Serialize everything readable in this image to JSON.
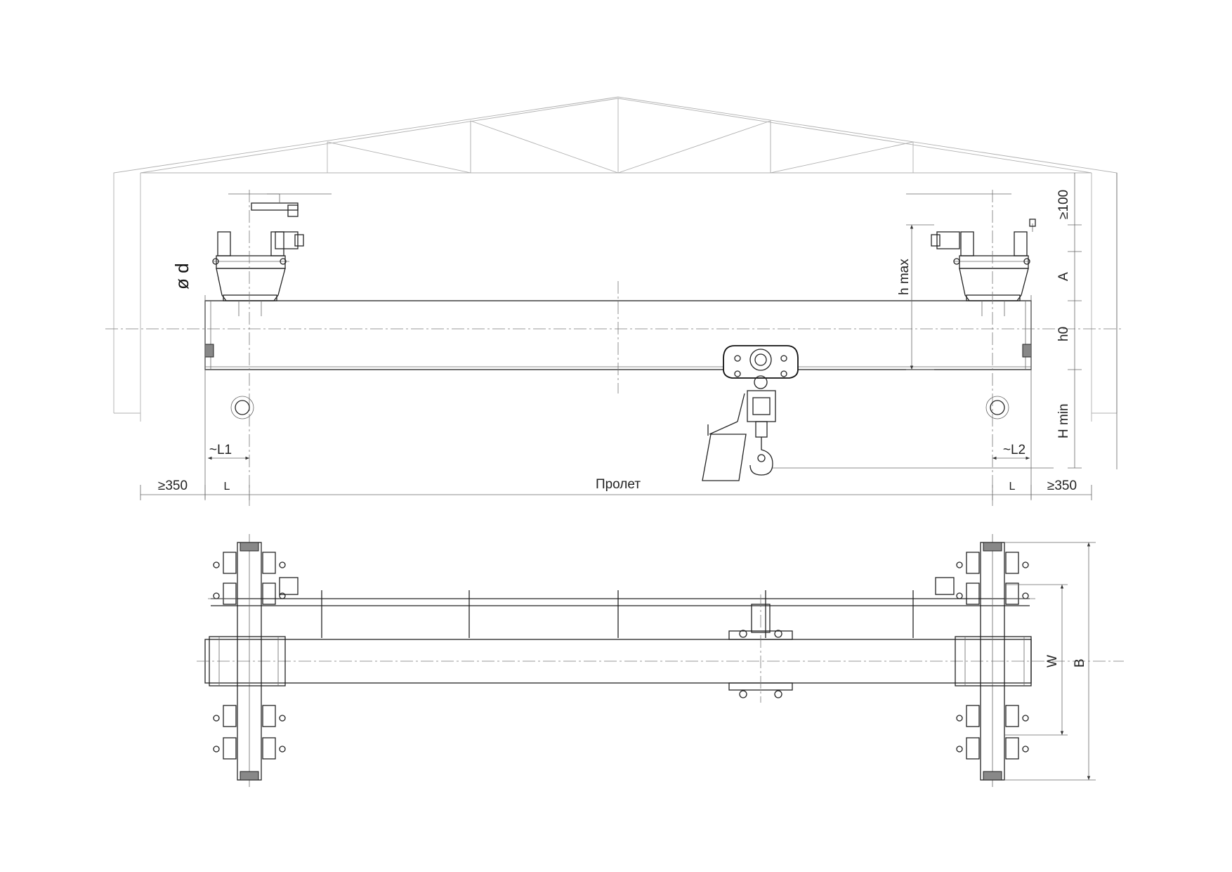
{
  "labels": {
    "span": "Пролет",
    "clear_left": "≥350",
    "clear_right": "≥350",
    "l_left": "L",
    "l_right": "L",
    "l1": "~L1",
    "l2": "~L2",
    "diameter": "ø d",
    "h_max": "h max",
    "top_clear": "≥100",
    "a": "A",
    "h0": "h0",
    "h_min": "H min",
    "w": "W",
    "b": "B"
  },
  "colors": {
    "line": "#222222",
    "faint": "#b0b0b0",
    "hatch": "#888888"
  }
}
